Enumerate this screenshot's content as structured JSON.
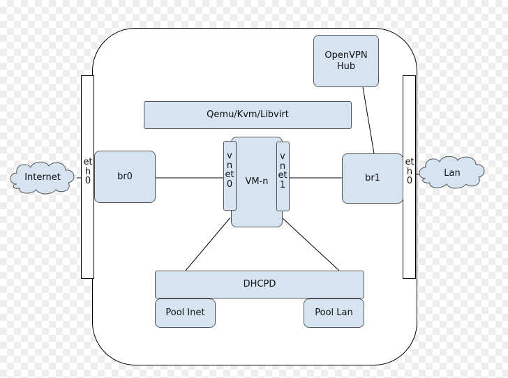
{
  "nodes": {
    "openvpn_hub": "OpenVPN\nHub",
    "hypervisor": "Qemu/Kvm/Libvirt",
    "br0": "br0",
    "br1": "br1",
    "vm": "VM-n",
    "vnet0": "vnet0",
    "vnet1": "vnet1",
    "eth0_left": "eth0",
    "eth0_right": "eth0",
    "dhcpd": "DHCPD",
    "pool_inet": "Pool Inet",
    "pool_lan": "Pool Lan",
    "internet_cloud": "Internet",
    "lan_cloud": "Lan"
  },
  "colors": {
    "box_fill": "#d6e4f2",
    "box_border": "#555555",
    "line": "#000000",
    "host_fill": "#ffffff"
  }
}
